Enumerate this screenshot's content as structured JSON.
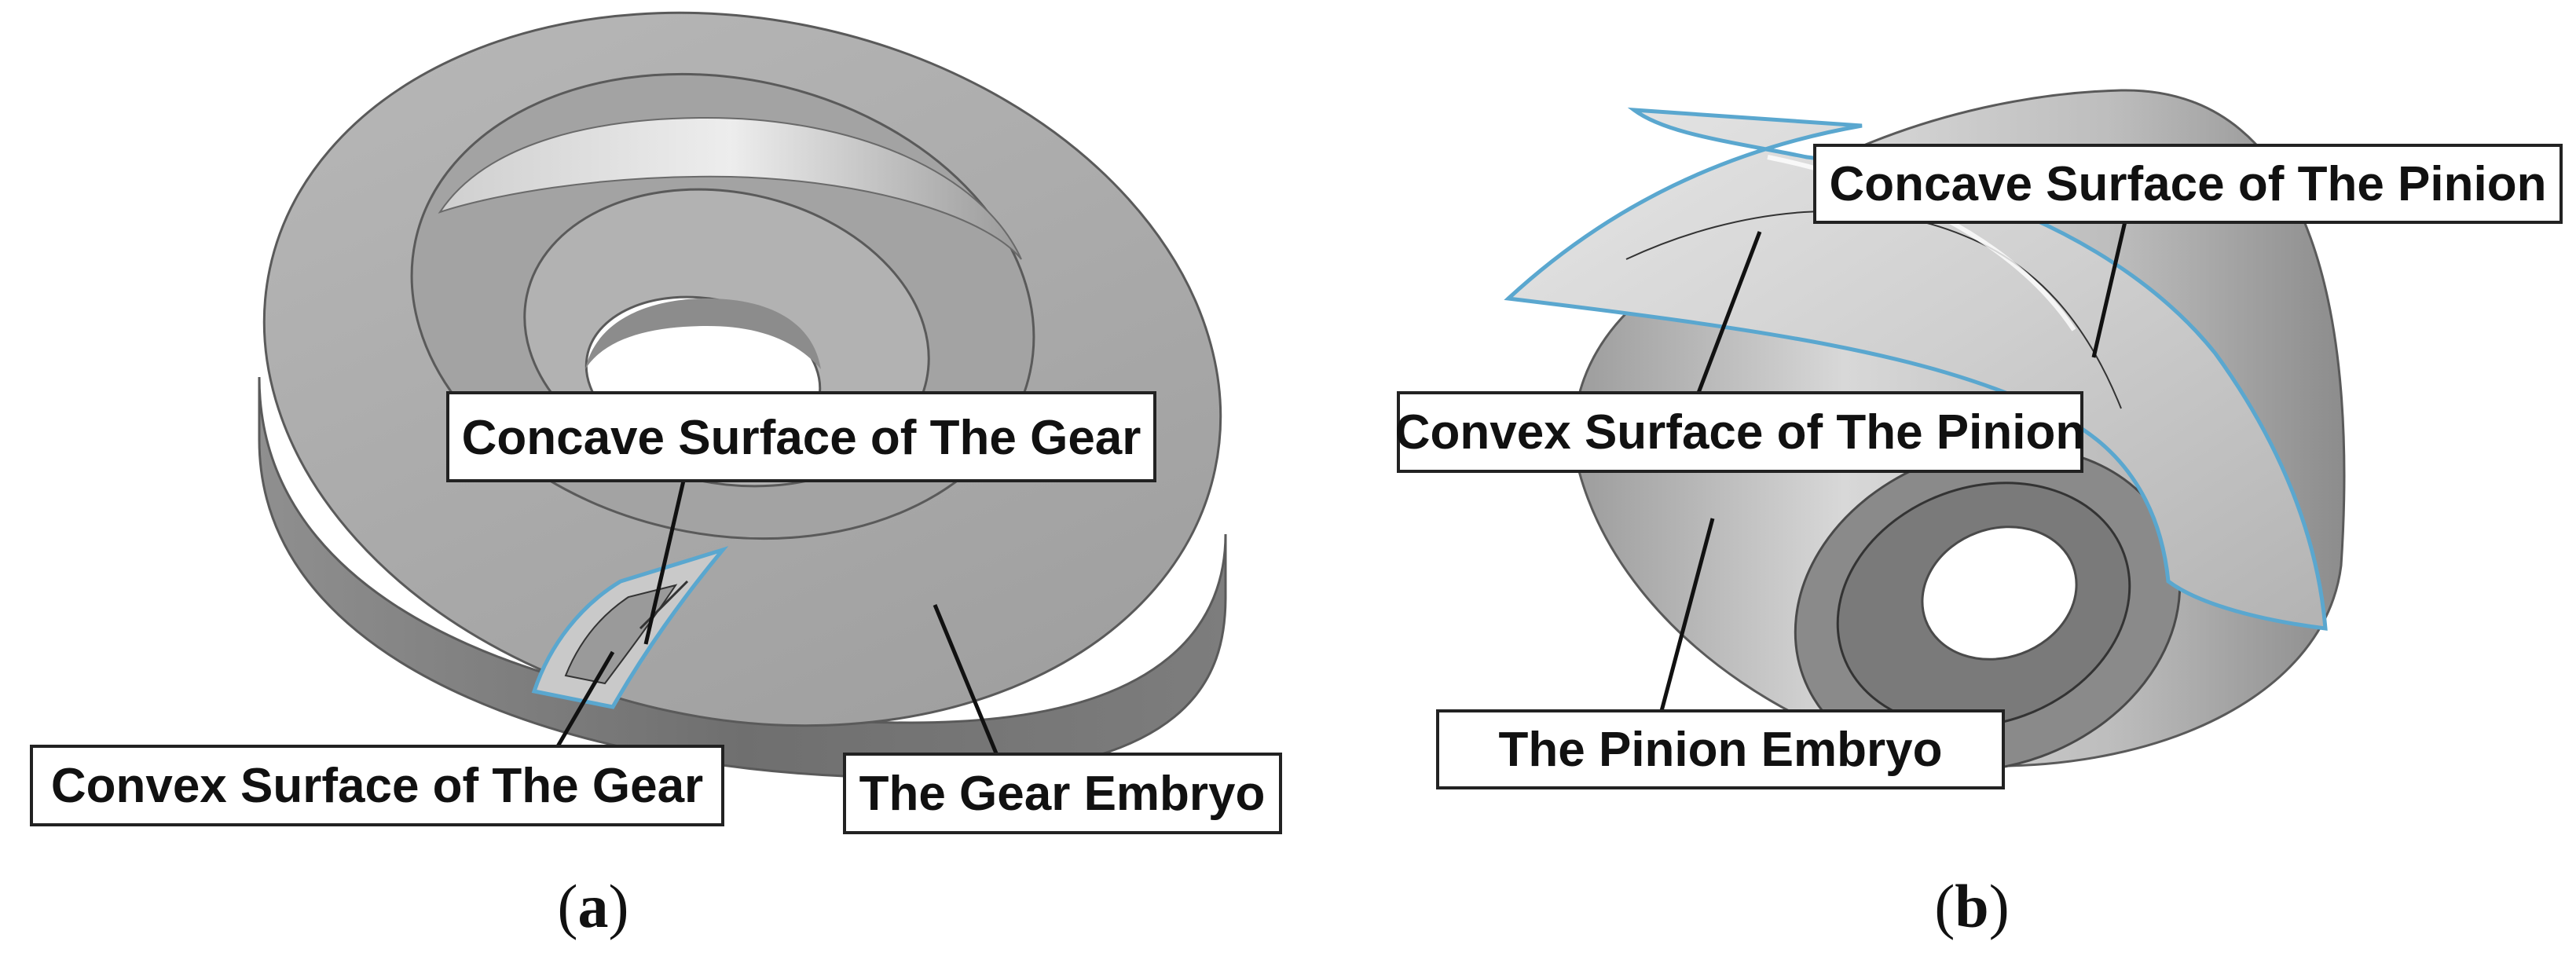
{
  "panels": [
    {
      "id": "a",
      "caption": "a",
      "labels": {
        "concave": "Concave Surface of The Gear",
        "convex": "Convex Surface of The Gear",
        "embryo": "The Gear Embryo"
      }
    },
    {
      "id": "b",
      "caption": "b",
      "labels": {
        "concave": "Concave Surface of The Pinion",
        "convex": "Convex Surface of The Pinion",
        "embryo": "The Pinion Embryo"
      }
    }
  ],
  "colors": {
    "metal_light": "#c9c9c9",
    "metal_mid": "#a6a6a6",
    "metal_dark": "#7a7a7a",
    "edge": "#5a5a5a",
    "tooth_outline": "#5aa7cf",
    "label_border": "#222222"
  }
}
